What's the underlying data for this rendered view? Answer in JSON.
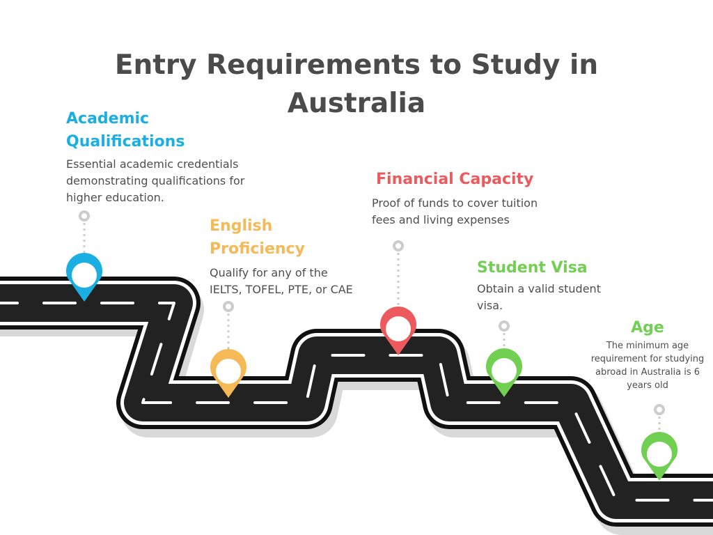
{
  "title": {
    "line1": "Entry Requirements to Study in",
    "line2": "Australia"
  },
  "colors": {
    "blue": "#1aaee3",
    "orange": "#f6b957",
    "red": "#ec5a5d",
    "green": "#71cf52",
    "road": "#222222",
    "title": "#4b4b4b",
    "marker": "#cccccc"
  },
  "steps": [
    {
      "heading_l1": "Academic",
      "heading_l2": "Qualifications",
      "text_l1": "Essential academic credentials",
      "text_l2": "demonstrating qualifications  for",
      "text_l3": "higher education.",
      "icon": "map-pin-icon"
    },
    {
      "heading_l1": "English",
      "heading_l2": "Proficiency",
      "text_l1": "Qualify for any of the",
      "text_l2": "IELTS, TOFEL, PTE, or CAE",
      "icon": "map-pin-icon"
    },
    {
      "heading": "Financial Capacity",
      "text_l1": "Proof of funds to cover tuition",
      "text_l2": "fees and living expenses",
      "icon": "map-pin-icon"
    },
    {
      "heading": "Student Visa",
      "text_l1": "Obtain a valid student",
      "text_l2": "visa.",
      "icon": "map-pin-icon"
    },
    {
      "heading": "Age",
      "text_l1": "The minimum age",
      "text_l2": "requirement for studying",
      "text_l3": "abroad in Australia is 6",
      "text_l4": "years old",
      "icon": "map-pin-icon"
    }
  ]
}
